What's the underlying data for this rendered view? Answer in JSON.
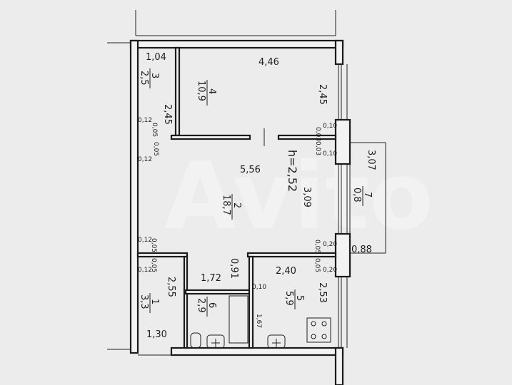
{
  "watermark": "Avito",
  "ceiling_height": "h=2,52",
  "rooms": [
    {
      "number": "1",
      "area": "3,3"
    },
    {
      "number": "2",
      "area": "18,7"
    },
    {
      "number": "3",
      "area": "2,5"
    },
    {
      "number": "4",
      "area": "10,9"
    },
    {
      "number": "5",
      "area": "5,9"
    },
    {
      "number": "6",
      "area": "2,9"
    },
    {
      "number": "7",
      "area": "0,8"
    }
  ],
  "dimensions": {
    "room3_width": "1,04",
    "room4_width": "4,46",
    "room4_depth": "2,45",
    "room3_depth": "2,45",
    "room2_width": "5,56",
    "room2_depth": "3,09",
    "balcony_length": "3,07",
    "balcony_width": "0,88",
    "hall_width": "1,72",
    "door_width": "0,91",
    "kitchen_width": "2,40",
    "kitchen_depth": "2,53",
    "hall_depth": "2,55",
    "entry_width": "1,30",
    "bath_depth": "1,67",
    "bath_wall": "0,10",
    "small": [
      "0,12",
      "0,05",
      "0,05",
      "0,12",
      "0,10",
      "0,03",
      "0,03",
      "0,10",
      "0,12",
      "0,05",
      "0,05",
      "0,12",
      "0,20",
      "0,05",
      "0,05",
      "0,20"
    ]
  }
}
